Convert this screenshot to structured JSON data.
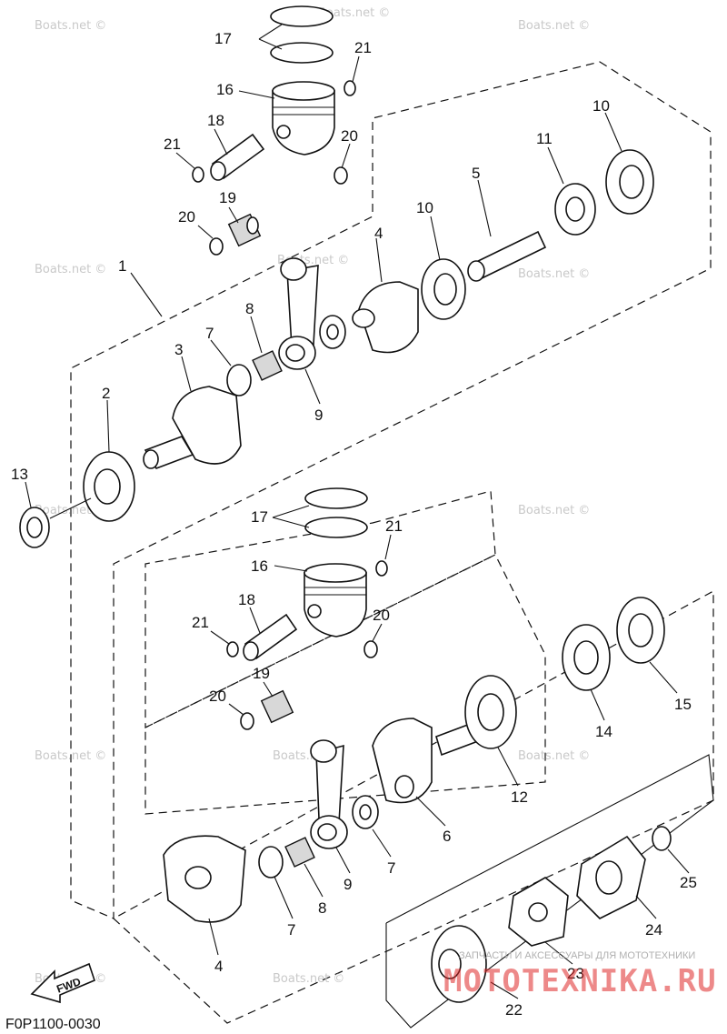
{
  "watermark": "Boats.net ©",
  "diagram_code": "F0P1100-0030",
  "fwd_label": "FWD",
  "shop_banner": {
    "subtitle": "ЗАПЧАСТИ И АКСЕССУАРЫ ДЛЯ МОТОТЕХНИКИ",
    "brand": "MOTOTEXNIKA.RU"
  },
  "callouts": {
    "c1": "1",
    "c2": "2",
    "c3": "3",
    "c4a": "4",
    "c4b": "4",
    "c5": "5",
    "c6": "6",
    "c7a": "7",
    "c7b": "7",
    "c7c": "7",
    "c8a": "8",
    "c8b": "8",
    "c9a": "9",
    "c9b": "9",
    "c10a": "10",
    "c10b": "10",
    "c11": "11",
    "c12": "12",
    "c13": "13",
    "c14": "14",
    "c15": "15",
    "c16a": "16",
    "c16b": "16",
    "c17a": "17",
    "c17b": "17",
    "c18a": "18",
    "c18b": "18",
    "c19a": "19",
    "c19b": "19",
    "c20a": "20",
    "c20b": "20",
    "c20c": "20",
    "c20d": "20",
    "c21a": "21",
    "c21b": "21",
    "c21c": "21",
    "c21d": "21",
    "c22": "22",
    "c23": "23",
    "c24": "24",
    "c25": "25"
  }
}
